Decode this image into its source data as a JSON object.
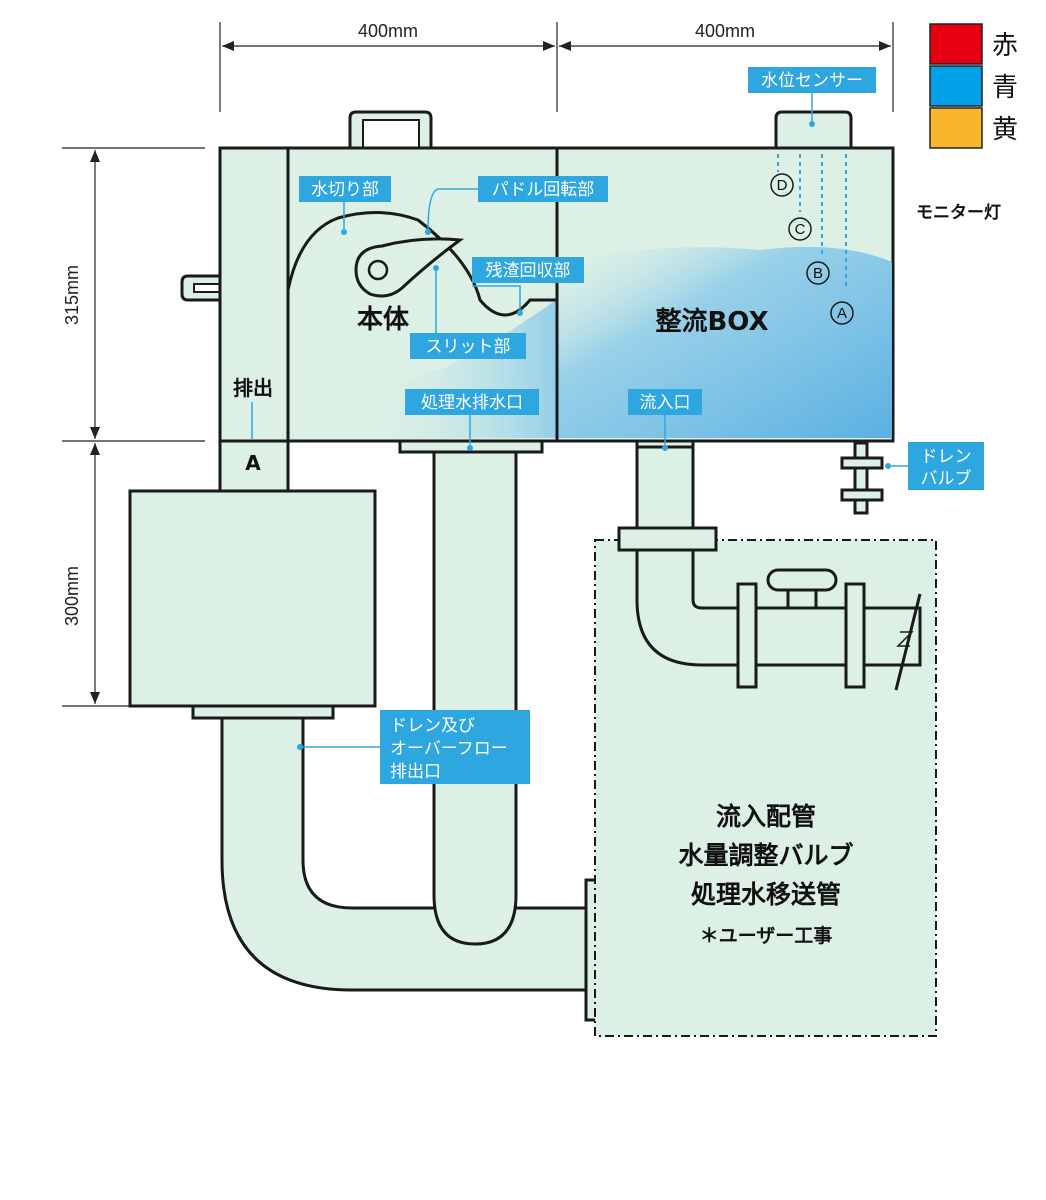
{
  "dimensions": {
    "width_top_left": "400mm",
    "width_top_right": "400mm",
    "height_upper": "315mm",
    "height_lower": "300mm"
  },
  "legend": {
    "items": [
      {
        "label": "赤",
        "color": "#e60012"
      },
      {
        "label": "青",
        "color": "#00a0e9"
      },
      {
        "label": "黄",
        "color": "#f8b62d"
      }
    ],
    "caption": "モニター灯"
  },
  "callouts": {
    "water_level_sensor": "水位センサー",
    "draining_section": "水切り部",
    "paddle_rotation": "パドル回転部",
    "residue_collection": "残渣回収部",
    "slit_section": "スリット部",
    "treated_water_outlet": "処理水排水口",
    "inflow_port": "流入口",
    "drain_valve_line1": "ドレン",
    "drain_valve_line2": "バルブ",
    "overflow_line1": "ドレン及び",
    "overflow_line2": "オーバーフロー",
    "overflow_line3": "排出口"
  },
  "sensors": [
    "Ⓐ",
    "Ⓑ",
    "Ⓒ",
    "Ⓓ"
  ],
  "labels": {
    "main_body": "本体",
    "flow_box": "整流BOX",
    "discharge": "排出",
    "discharge_a": "A",
    "user_area_line1": "流入配管",
    "user_area_line2": "水量調整バルブ",
    "user_area_line3": "処理水移送管",
    "user_area_note": "＊ユーザー工事"
  },
  "colors": {
    "body_fill": "#dcf0e6",
    "water": "#6fb8e3",
    "callout": "#2ea7e0",
    "outline": "#1a1a1a"
  }
}
